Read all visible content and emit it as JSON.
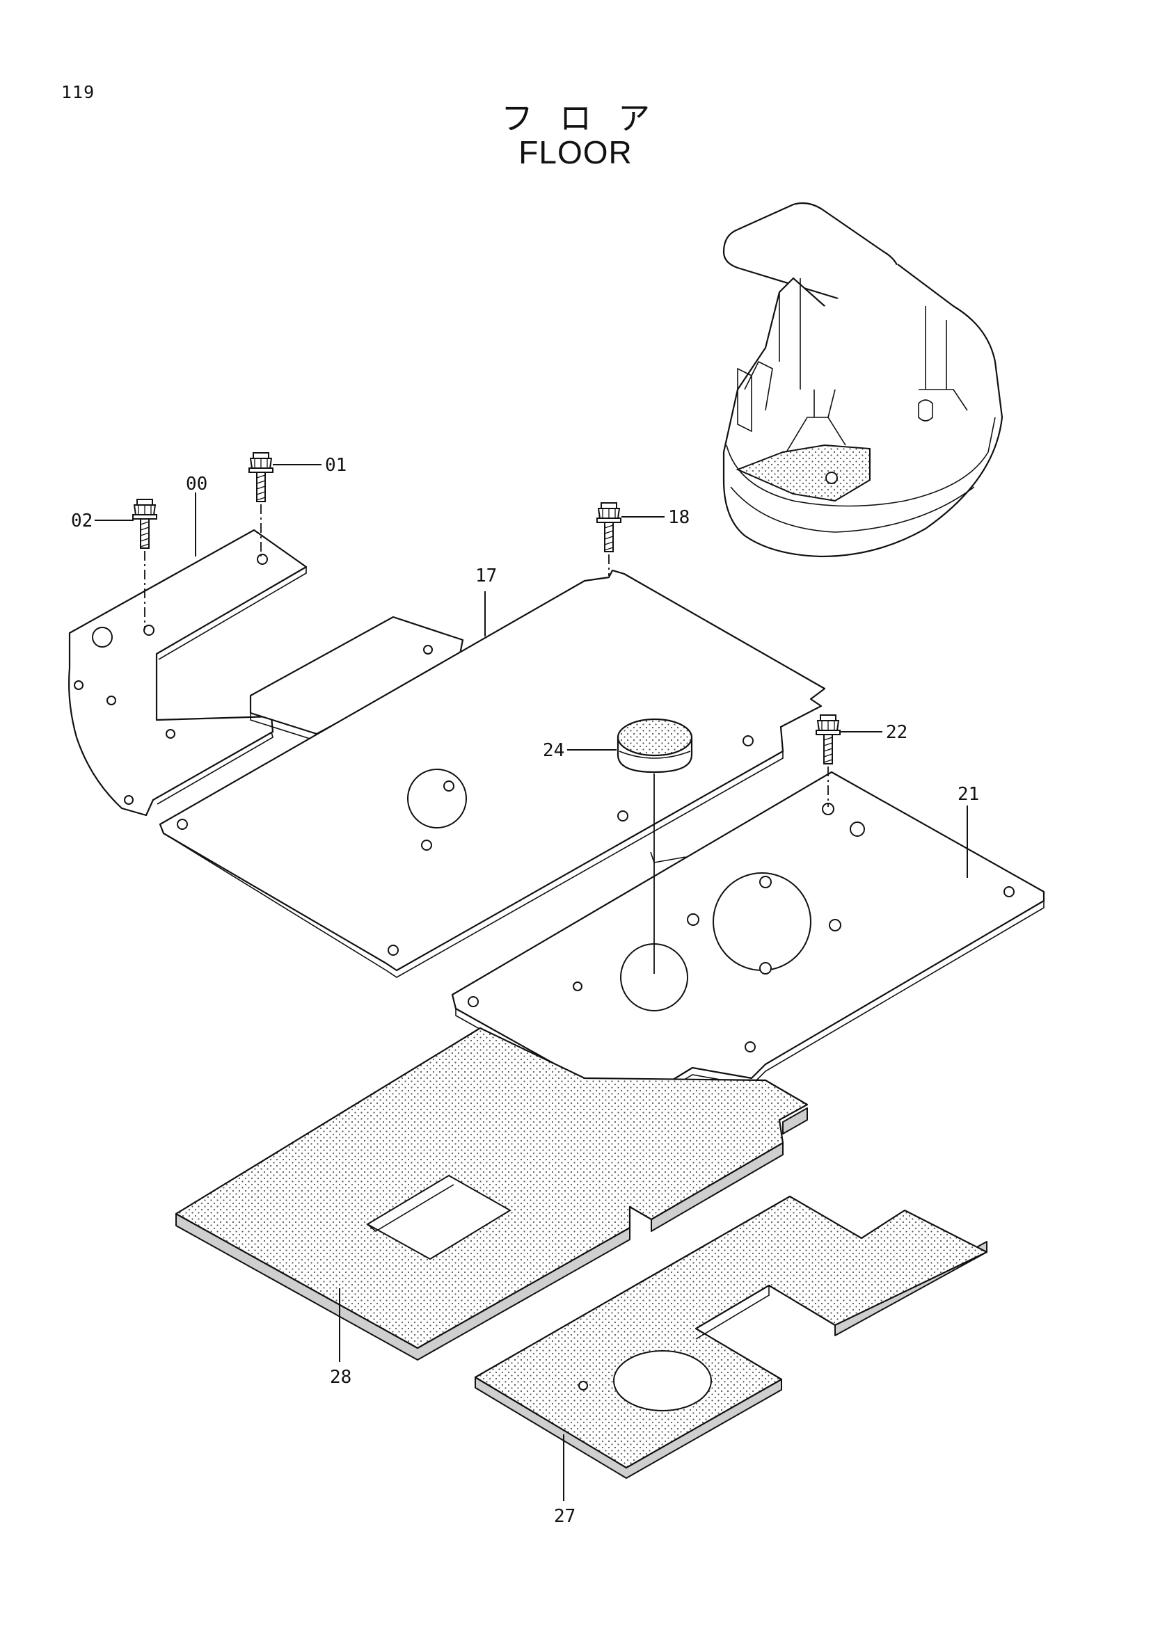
{
  "page": {
    "number": "119",
    "title_jp": "フロア",
    "title_en": "FLOOR"
  },
  "diagram": {
    "callouts": [
      {
        "id": "00",
        "label": "00",
        "part": "floor-plate-assembly"
      },
      {
        "id": "01",
        "label": "01",
        "part": "bolt"
      },
      {
        "id": "02",
        "label": "02",
        "part": "bolt"
      },
      {
        "id": "17",
        "label": "17",
        "part": "floor-plate"
      },
      {
        "id": "18",
        "label": "18",
        "part": "bolt"
      },
      {
        "id": "21",
        "label": "21",
        "part": "floor-plate"
      },
      {
        "id": "22",
        "label": "22",
        "part": "bolt"
      },
      {
        "id": "24",
        "label": "24",
        "part": "cap"
      },
      {
        "id": "27",
        "label": "27",
        "part": "floor-mat"
      },
      {
        "id": "28",
        "label": "28",
        "part": "floor-mat"
      }
    ]
  }
}
